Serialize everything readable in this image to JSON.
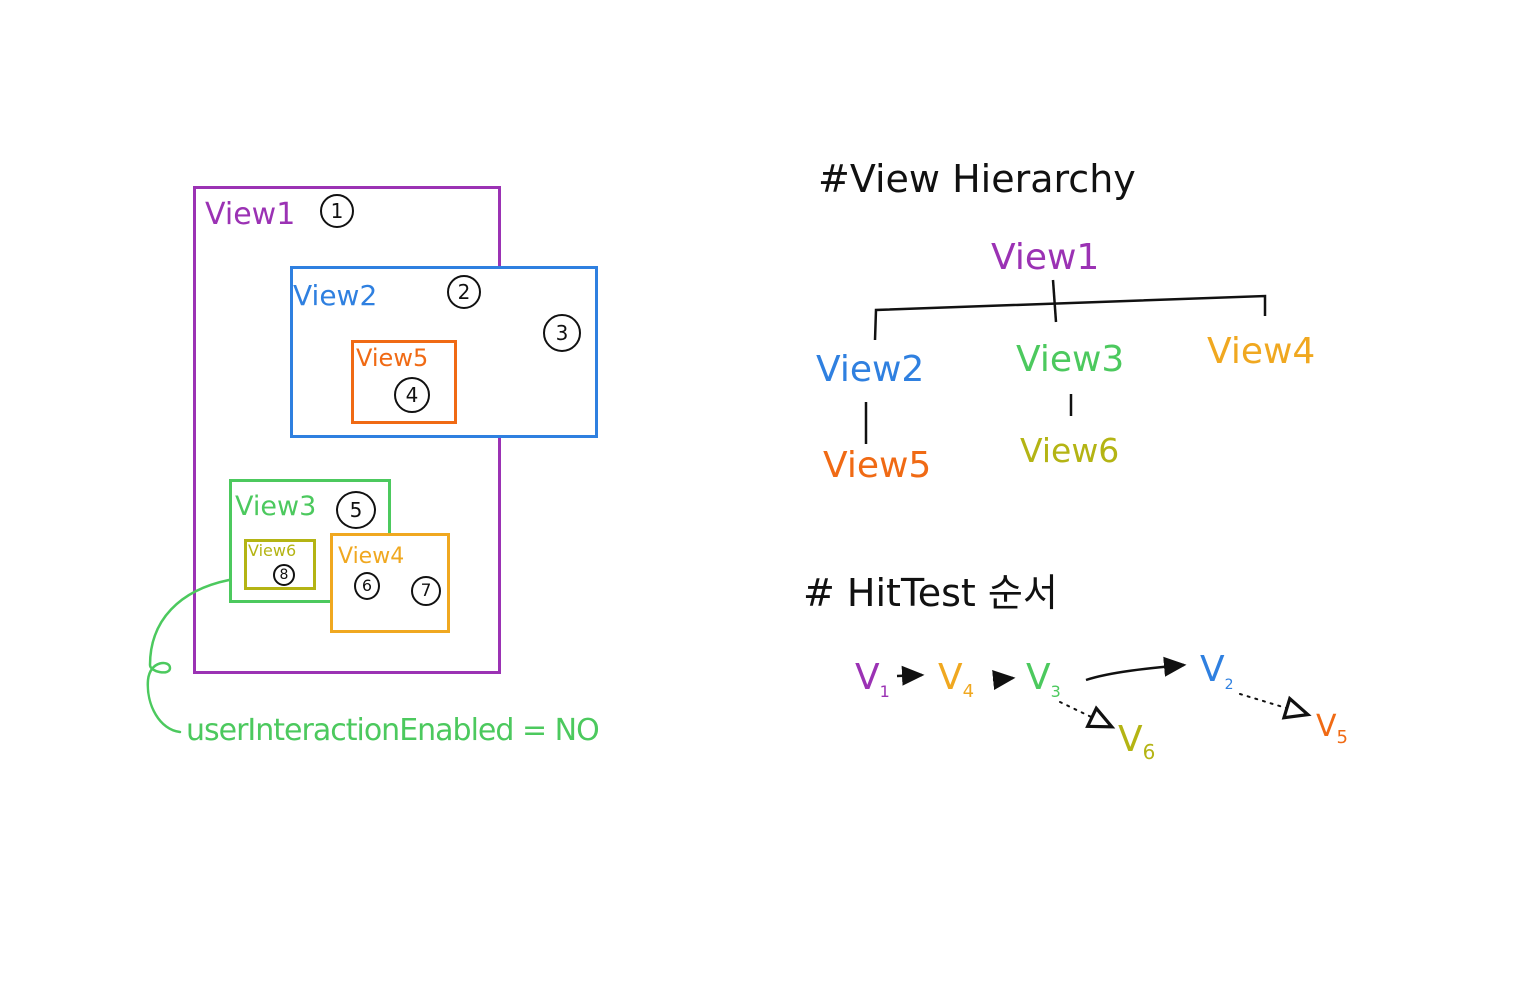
{
  "colors": {
    "view1": "#9b32b4",
    "view2": "#2f80e0",
    "view3": "#4cc95e",
    "view4": "#f0a820",
    "view5": "#f06a14",
    "view6": "#b4b414",
    "ink": "#111111"
  },
  "layout_diagram": {
    "view1": {
      "label": "View1",
      "order": "1"
    },
    "view2": {
      "label": "View2",
      "order": "2"
    },
    "view2_extra": {
      "order": "3"
    },
    "view5": {
      "label": "View5",
      "order": "4"
    },
    "view3": {
      "label": "View3",
      "order": "5"
    },
    "view6": {
      "label": "View6",
      "order": "8"
    },
    "view4": {
      "label": "View4",
      "orders": [
        "6",
        "7"
      ]
    },
    "note": "userInteractionEnabled = NO"
  },
  "hierarchy": {
    "title": "#View  Hierarchy",
    "root": "View1",
    "children": [
      "View2",
      "View3",
      "View4"
    ],
    "grandchildren": {
      "view2_child": "View5",
      "view3_child": "View6"
    }
  },
  "hittest": {
    "title": "# HitTest  순서",
    "sequence": [
      "V1",
      "V4",
      "V3",
      "V2"
    ],
    "branches": {
      "from_v3": "V6",
      "from_v2": "V5"
    },
    "labels": {
      "v1": {
        "base": "V",
        "sub": "1"
      },
      "v4": {
        "base": "V",
        "sub": "4"
      },
      "v3": {
        "base": "V",
        "sub": "3"
      },
      "v2": {
        "base": "V",
        "sub": "2"
      },
      "v6": {
        "base": "V",
        "sub": "6"
      },
      "v5": {
        "base": "V",
        "sub": "5"
      }
    }
  }
}
